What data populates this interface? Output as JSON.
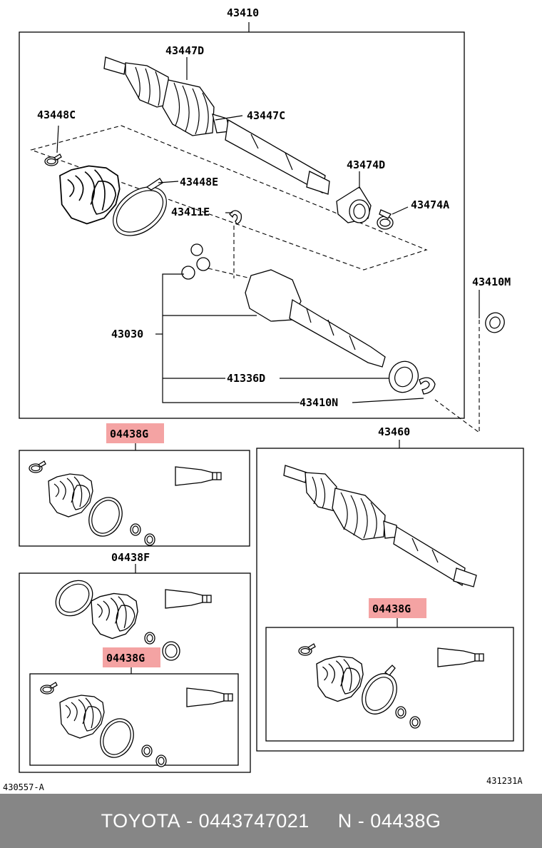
{
  "labels": {
    "l43410": "43410",
    "l43447D": "43447D",
    "l43448C": "43448C",
    "l43447C": "43447C",
    "l43474D": "43474D",
    "l43448E": "43448E",
    "l43474A": "43474A",
    "l43411E": "43411E",
    "l43410M": "43410M",
    "l43030": "43030",
    "l41336D": "41336D",
    "l43410N": "43410N",
    "l04438G_a": "04438G",
    "l43460": "43460",
    "l04438F": "04438F",
    "l04438G_b": "04438G",
    "l04438G_c": "04438G",
    "ref_left": "430557-A",
    "ref_right": "431231A"
  },
  "colors": {
    "highlight": "#f4a3a3",
    "footer_bg": "#868686"
  },
  "footer": {
    "brand": "TOYOTA",
    "sep1": " - ",
    "part_number": "0443747021",
    "gap": "     ",
    "n_prefix": "N",
    "sep2": " - ",
    "n_code": "04438G"
  }
}
